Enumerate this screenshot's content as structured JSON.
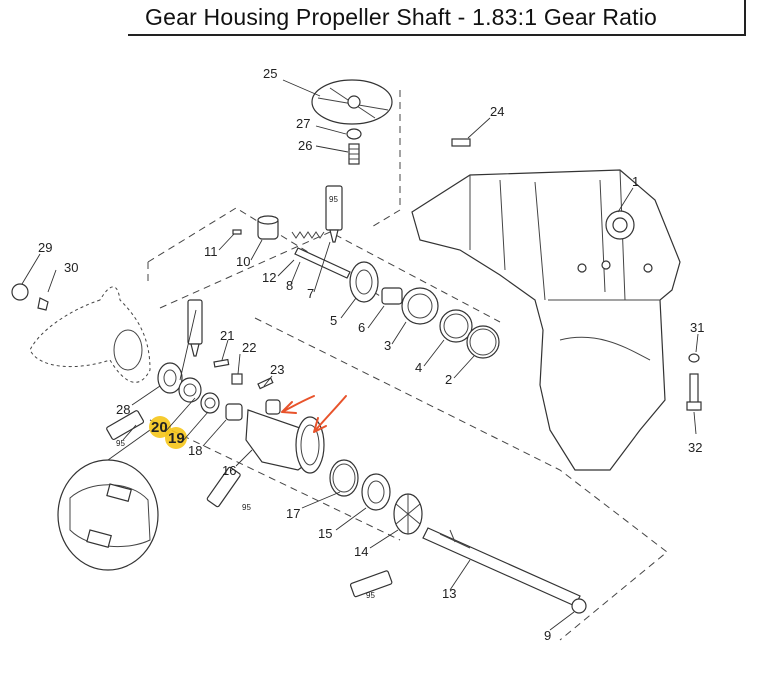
{
  "title": "Gear Housing Propeller Shaft - 1.83:1 Gear Ratio",
  "highlight_color": "#f5c518",
  "arrow_color": "#e8532b",
  "lubricant_tube_label": "95",
  "part_numbers": {
    "p1": "1",
    "p2": "2",
    "p3": "3",
    "p4": "4",
    "p5": "5",
    "p6": "6",
    "p7": "7",
    "p8": "8",
    "p9": "9",
    "p10": "10",
    "p11": "11",
    "p12": "12",
    "p13": "13",
    "p14": "14",
    "p15": "15",
    "p16": "16",
    "p17": "17",
    "p18": "18",
    "p19": "19",
    "p20": "20",
    "p21": "21",
    "p22": "22",
    "p23": "23",
    "p24": "24",
    "p25": "25",
    "p26": "26",
    "p27": "27",
    "p28": "28",
    "p29": "29",
    "p30": "30",
    "p31": "31",
    "p32": "32"
  },
  "highlighted_parts": [
    "19",
    "20"
  ]
}
